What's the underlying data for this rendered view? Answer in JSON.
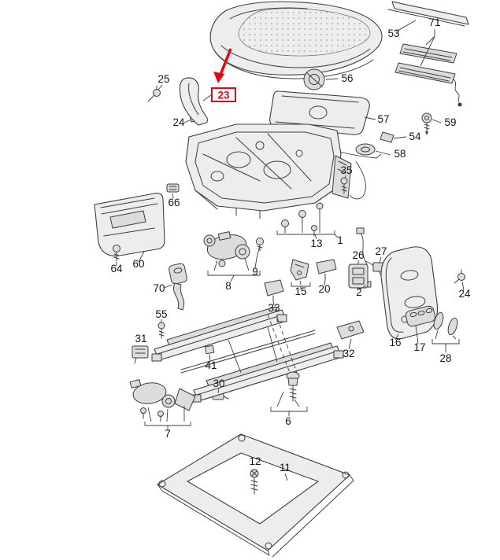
{
  "diagram": {
    "type": "exploded-parts-diagram",
    "highlight": {
      "part": "23",
      "color": "#e30613"
    },
    "style": {
      "line_color": "#3d3d3d",
      "fill_color": "#ededed"
    },
    "callouts": {
      "c53": "53",
      "c71": "71",
      "c56": "56",
      "c25": "25",
      "c24a": "24",
      "c23": "23",
      "c57": "57",
      "c54": "54",
      "c58": "58",
      "c59": "59",
      "c35": "35",
      "c66": "66",
      "c13": "13",
      "c1": "1",
      "c64": "64",
      "c60": "60",
      "c70": "70",
      "c8": "8",
      "c9": "9",
      "c15": "15",
      "c20": "20",
      "c2": "2",
      "c26": "26",
      "c27": "27",
      "c16": "16",
      "c17": "17",
      "c24b": "24",
      "c28": "28",
      "c33": "33",
      "c55": "55",
      "c31": "31",
      "c41": "41",
      "c30": "30",
      "c32": "32",
      "c7": "7",
      "c6": "6",
      "c12": "12",
      "c11": "11"
    }
  }
}
